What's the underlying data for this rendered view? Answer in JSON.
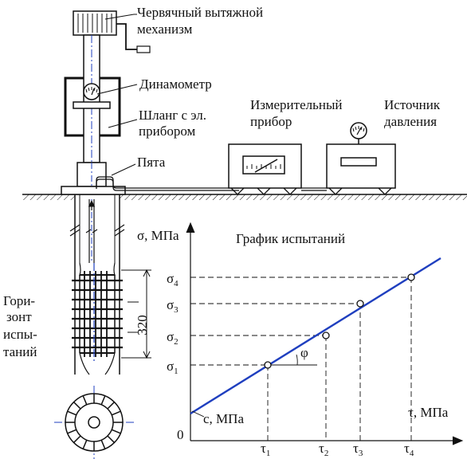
{
  "labels": {
    "worm_mechanism_line1": "Червячный вытяжной",
    "worm_mechanism_line2": "механизм",
    "dynamometer": "Динамометр",
    "hose_line1": "Шланг с эл.",
    "hose_line2": "прибором",
    "heel": "Пята",
    "measuring_line1": "Измерительный",
    "measuring_line2": "прибор",
    "pressure_line1": "Источник",
    "pressure_line2": "давления",
    "horizon_line1": "Гори-",
    "horizon_line2": "зонт",
    "horizon_line3": "испы-",
    "horizon_line4": "таний",
    "dimension": "320"
  },
  "chart_data": {
    "type": "line",
    "title": "График испытаний",
    "xlabel": "τ, МПа",
    "ylabel": "σ, МПа",
    "origin_label": "0",
    "intercept_label": "с, МПа",
    "angle_label": "φ",
    "x_ticks": [
      {
        "base": "τ",
        "sub": "1"
      },
      {
        "base": "τ",
        "sub": "2"
      },
      {
        "base": "τ",
        "sub": "3"
      },
      {
        "base": "τ",
        "sub": "4"
      }
    ],
    "y_ticks": [
      {
        "base": "σ",
        "sub": "1"
      },
      {
        "base": "σ",
        "sub": "2"
      },
      {
        "base": "σ",
        "sub": "3"
      },
      {
        "base": "σ",
        "sub": "4"
      }
    ],
    "line_color": "#1f3fbf",
    "grid": false
  },
  "colors": {
    "ink": "#111111",
    "line": "#1f3fbf",
    "axis_center": "#1f3fbf"
  }
}
